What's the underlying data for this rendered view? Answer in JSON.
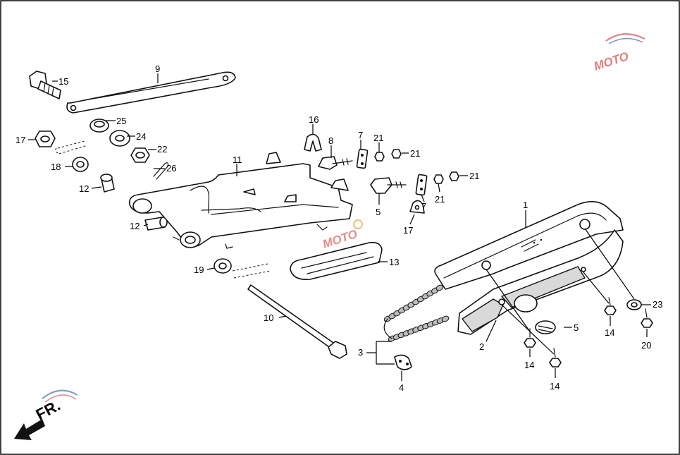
{
  "diagram": {
    "callouts": {
      "p1": "1",
      "p2": "2",
      "p3": "3",
      "p4": "4",
      "p5a": "5",
      "p5b": "5",
      "p7a": "7",
      "p7b": "7",
      "p8": "8",
      "p9": "9",
      "p10": "10",
      "p11": "11",
      "p12a": "12",
      "p12b": "12",
      "p13": "13",
      "p14a": "14",
      "p14b": "14",
      "p14c": "14",
      "p15": "15",
      "p16": "16",
      "p17a": "17",
      "p17b": "17",
      "p18": "18",
      "p19": "19",
      "p20": "20",
      "p21a": "21",
      "p21b": "21",
      "p21c": "21",
      "p21d": "21",
      "p22": "22",
      "p23": "23",
      "p24": "24",
      "p25": "25",
      "p26": "26"
    },
    "front_marker": "FR.",
    "watermark": "MOTO"
  },
  "colors": {
    "line": "#111111",
    "shade": "#d9d9d9",
    "watermark_red": "#d9534f",
    "watermark_blue": "#4a6fb5"
  }
}
